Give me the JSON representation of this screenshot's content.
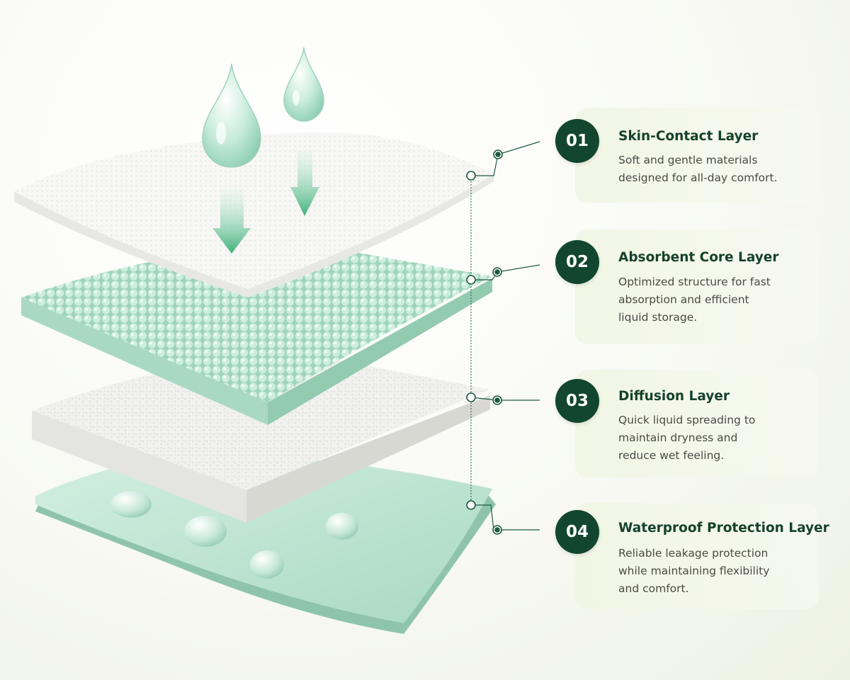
{
  "colors": {
    "badge_bg": "#12462f",
    "title_text": "#15422b",
    "body_text": "#4a4a44",
    "mint_layer": "#bfe6d3",
    "arrow_green": "#3fb27a",
    "connector": "#1f5a40"
  },
  "icons": {
    "drops": "water-drop",
    "arrows": "arrow-down",
    "nodes": "circle-node"
  },
  "layers": [
    {
      "number": "01",
      "title": "Skin-Contact Layer",
      "description_lines": [
        "Soft and gentle materials",
        "designed for all-day comfort."
      ]
    },
    {
      "number": "02",
      "title": "Absorbent Core Layer",
      "description_lines": [
        "Optimized structure for fast",
        "absorption and efficient",
        "liquid storage."
      ]
    },
    {
      "number": "03",
      "title": "Diffusion Layer",
      "description_lines": [
        "Quick liquid spreading to",
        "maintain dryness and",
        "reduce wet feeling."
      ]
    },
    {
      "number": "04",
      "title": "Waterproof Protection Layer",
      "description_lines": [
        "Reliable leakage protection",
        "while maintaining flexibility",
        "and comfort."
      ]
    }
  ]
}
